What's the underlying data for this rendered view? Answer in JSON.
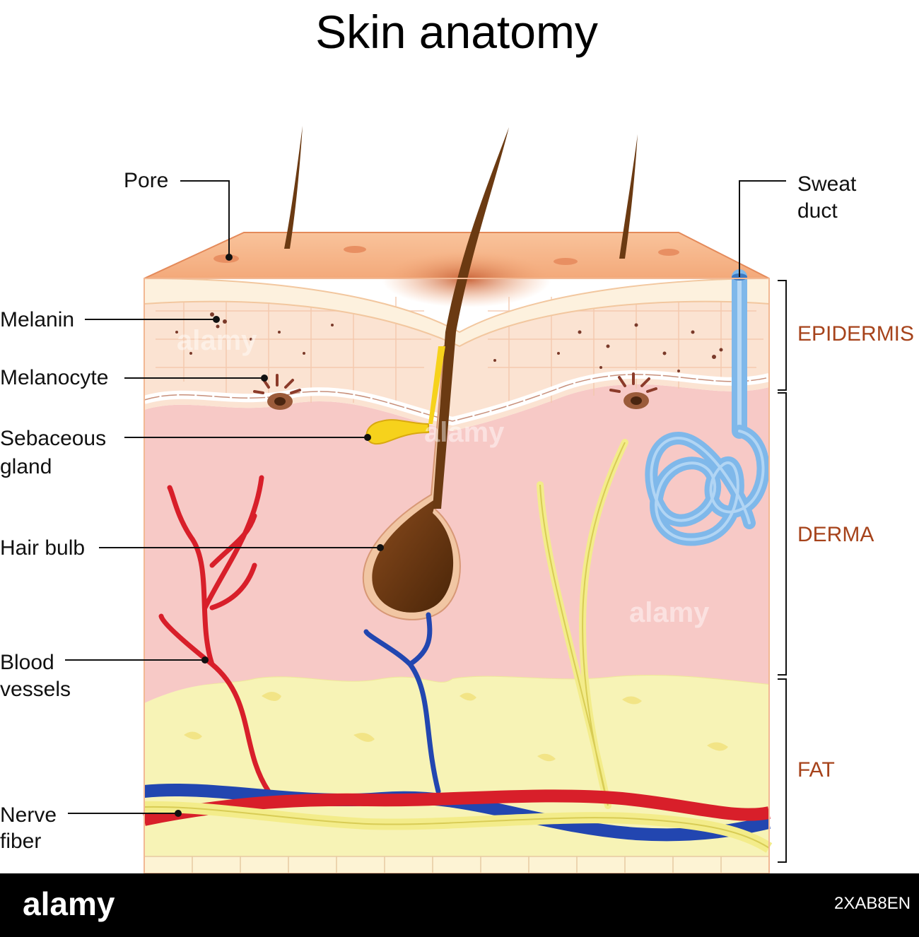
{
  "title": "Skin anatomy",
  "labels": {
    "pore": "Pore",
    "sweat_duct": [
      "Sweat",
      "duct"
    ],
    "melanin": "Melanin",
    "melanocyte": "Melanocyte",
    "sebaceous_gland": [
      "Sebaceous",
      "gland"
    ],
    "hair_bulb": "Hair bulb",
    "blood_vessels": [
      "Blood",
      "vessels"
    ],
    "nerve_fiber": [
      "Nerve",
      "fiber"
    ]
  },
  "layers": {
    "epidermis": "EPIDERMIS",
    "derma": "DERMA",
    "fat": "FAT"
  },
  "watermark": "alamy",
  "footer": {
    "brand": "alamy",
    "image_code": "2XAB8EN"
  },
  "colors": {
    "skin_surface": "#f7b98b",
    "epidermis": "#fbe3d2",
    "derma": "#f7c9c6",
    "fat": "#f7f3b6",
    "hair": "#6b3a12",
    "artery": "#d81f2a",
    "vein": "#2246b0",
    "nerve": "#f3ec8a",
    "sweat_gland": "#7fb8ea",
    "label_layer": "#a6431b",
    "footer_bar": "#000000"
  }
}
